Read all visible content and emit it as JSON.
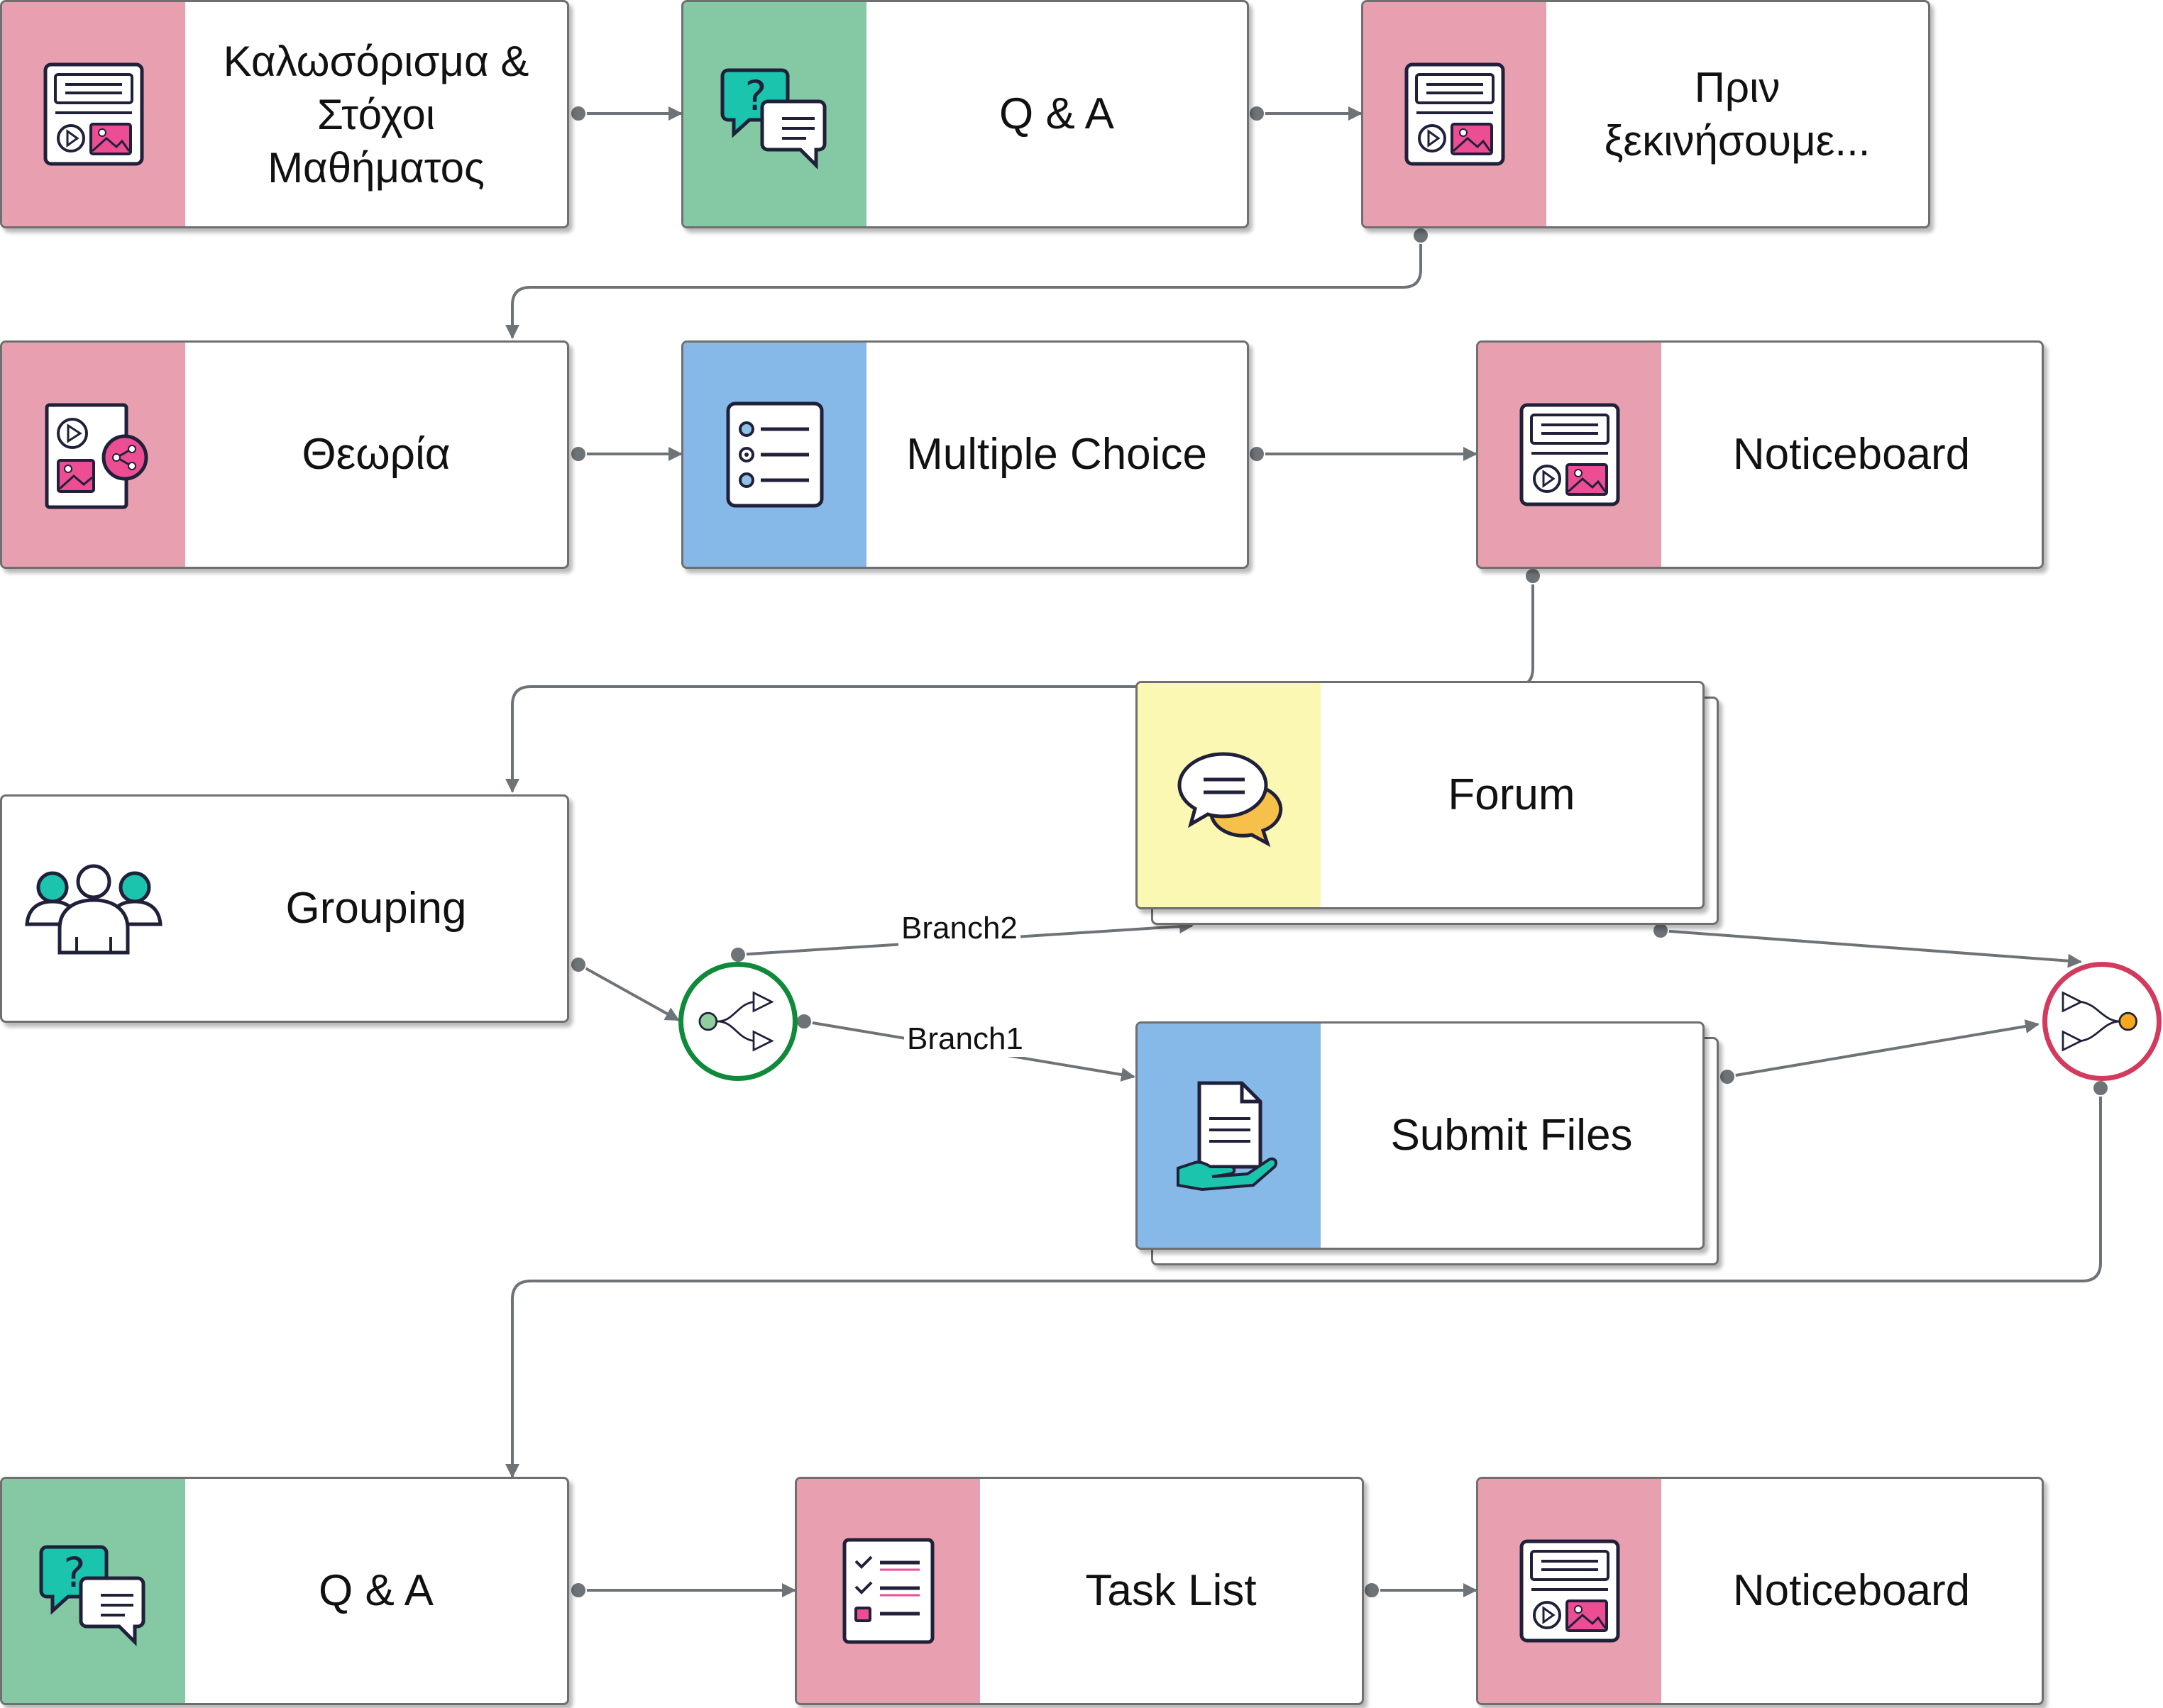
{
  "colors": {
    "pink": "#e8a0b0",
    "green": "#84c8a4",
    "blue": "#86b8e8",
    "yellow": "#fbf8b4",
    "connector": "#6e7378",
    "branch_gate": "#0f8a3a",
    "merge_gate": "#d23a5e"
  },
  "nodes": {
    "welcome": {
      "label_lines": [
        "Καλωσόρισμα &",
        "Στόχοι",
        "Μαθήματος"
      ],
      "icon": "noticeboard-icon"
    },
    "qa1": {
      "label": "Q & A",
      "icon": "qa-chat-icon"
    },
    "before": {
      "label_lines": [
        "Πριν",
        "ξεκινήσουμε..."
      ],
      "icon": "noticeboard-icon"
    },
    "theory": {
      "label": "Θεωρία",
      "icon": "shared-resources-icon"
    },
    "mc": {
      "label": "Multiple Choice",
      "icon": "multiple-choice-icon"
    },
    "notice1": {
      "label": "Noticeboard",
      "icon": "noticeboard-icon"
    },
    "forum": {
      "label": "Forum",
      "icon": "forum-chat-icon"
    },
    "grouping": {
      "label": "Grouping",
      "icon": "group-people-icon"
    },
    "submit": {
      "label": "Submit Files",
      "icon": "submit-files-icon"
    },
    "qa2": {
      "label": "Q & A",
      "icon": "qa-chat-icon"
    },
    "tasklist": {
      "label": "Task List",
      "icon": "task-list-icon"
    },
    "notice2": {
      "label": "Noticeboard",
      "icon": "noticeboard-icon"
    }
  },
  "edges": {
    "branch2_label": "Branch2",
    "branch1_label": "Branch1"
  },
  "gates": {
    "branch": {
      "icon": "branch-split-icon"
    },
    "merge": {
      "icon": "merge-join-icon"
    }
  }
}
